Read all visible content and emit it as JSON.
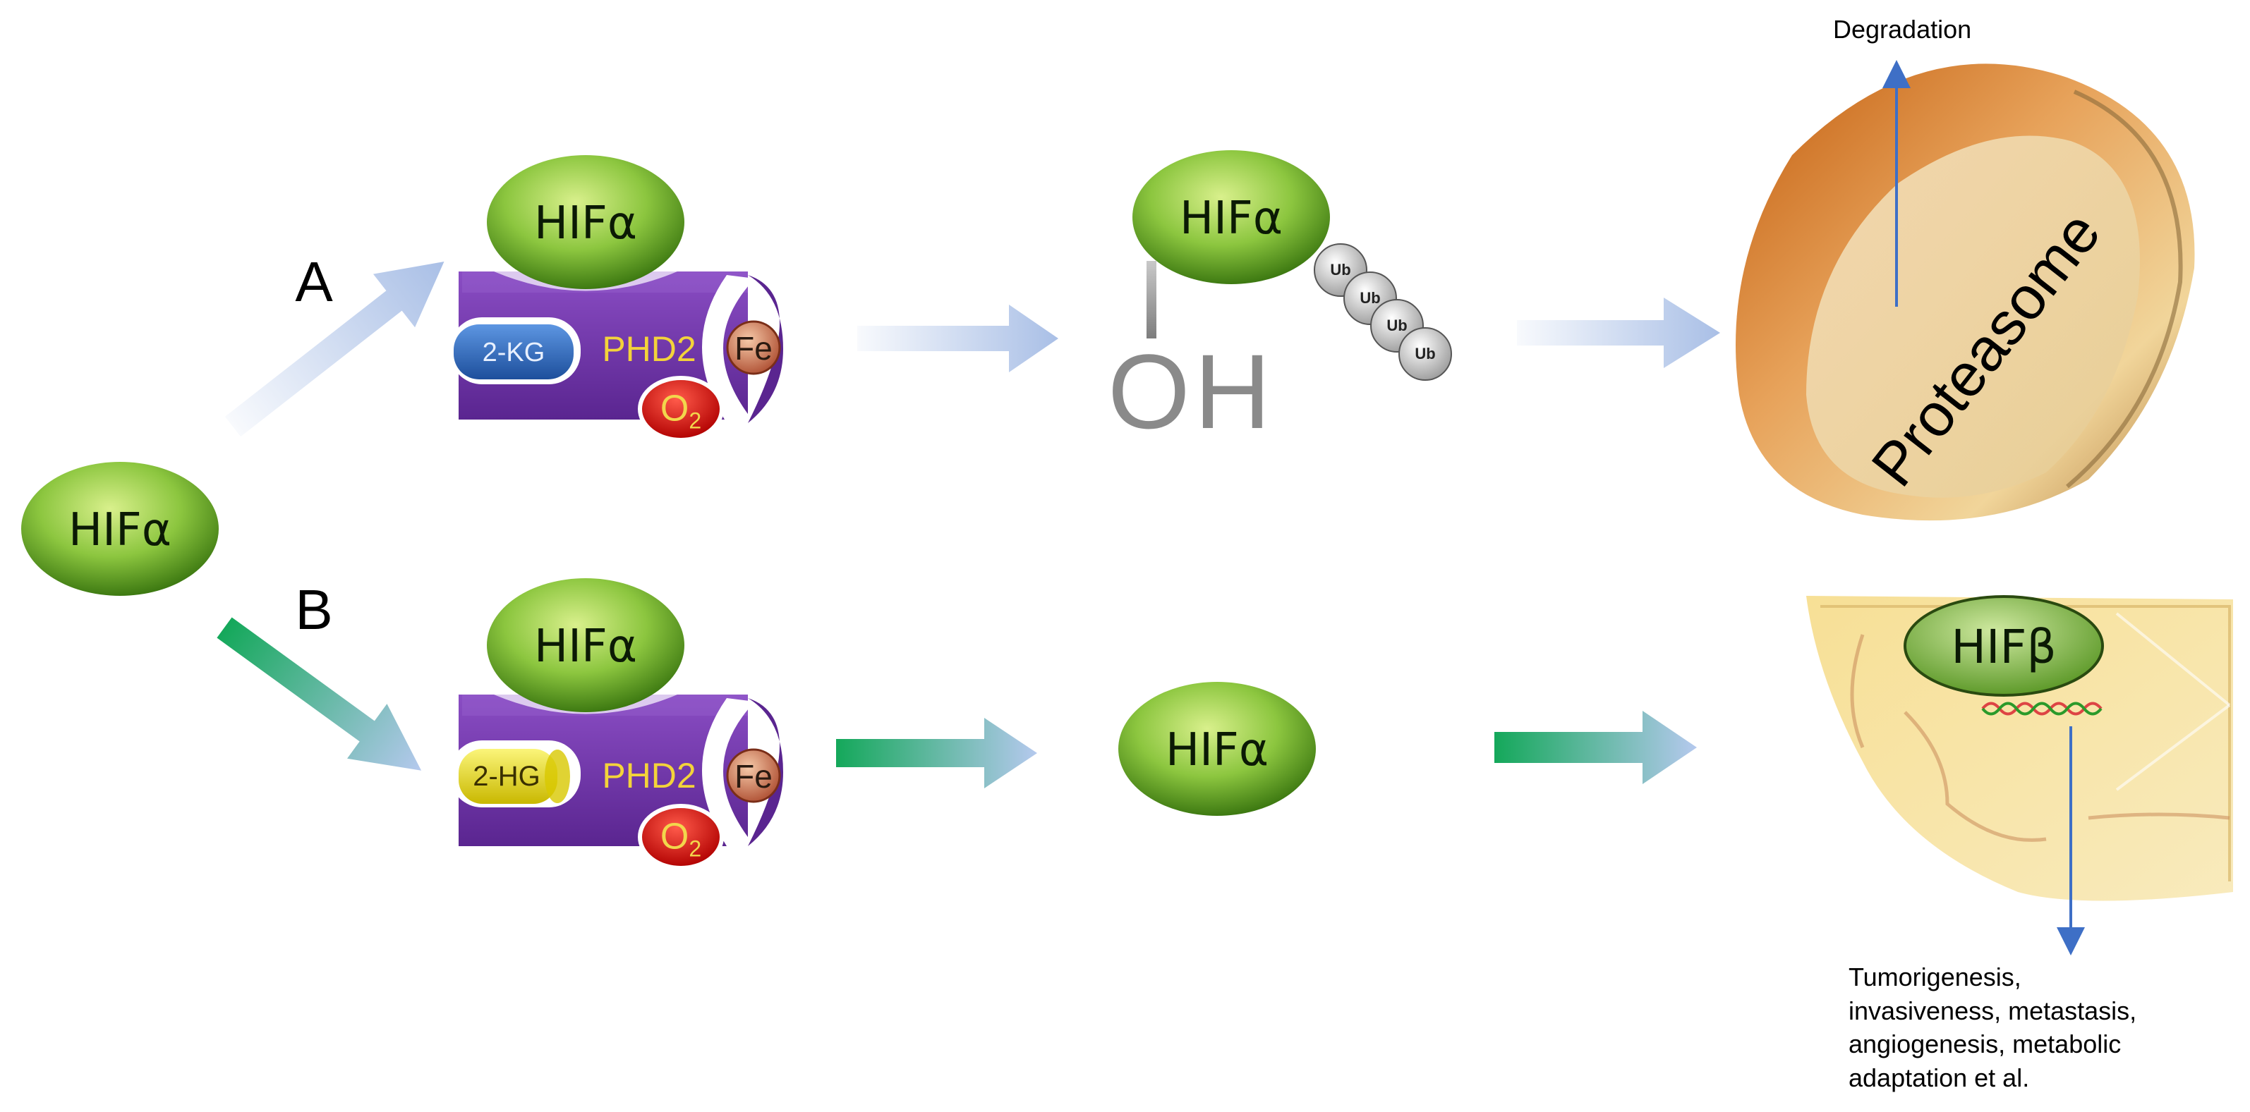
{
  "pathway_labels": {
    "a": "A",
    "b": "B"
  },
  "hif_alpha": "HIFα",
  "hif_beta": "HIFβ",
  "phd2": "PHD2",
  "fe": "Fe",
  "o2": {
    "main": "O",
    "sub": "2"
  },
  "cofactor_a": "2-KG",
  "cofactor_b": "2-HG",
  "oh": "OH",
  "ub": [
    "Ub",
    "Ub",
    "Ub",
    "Ub"
  ],
  "proteasome": "Proteasome",
  "degradation": "Degradation",
  "effects": "Tumorigenesis,\ninvasiveness, metastasis,\nangiogenesis, metabolic\nadaptation et al.",
  "colors": {
    "hif_green": "#8cc63f",
    "phd2_purple": "#7b3fb0",
    "kg_blue": "#2e6fc4",
    "hg_yellow": "#f2e520",
    "o2_red": "#d81818",
    "arrow_blue": "#a9bfe6",
    "arrow_green": "#14a85a",
    "proteasome_orange": "#d4751c"
  }
}
